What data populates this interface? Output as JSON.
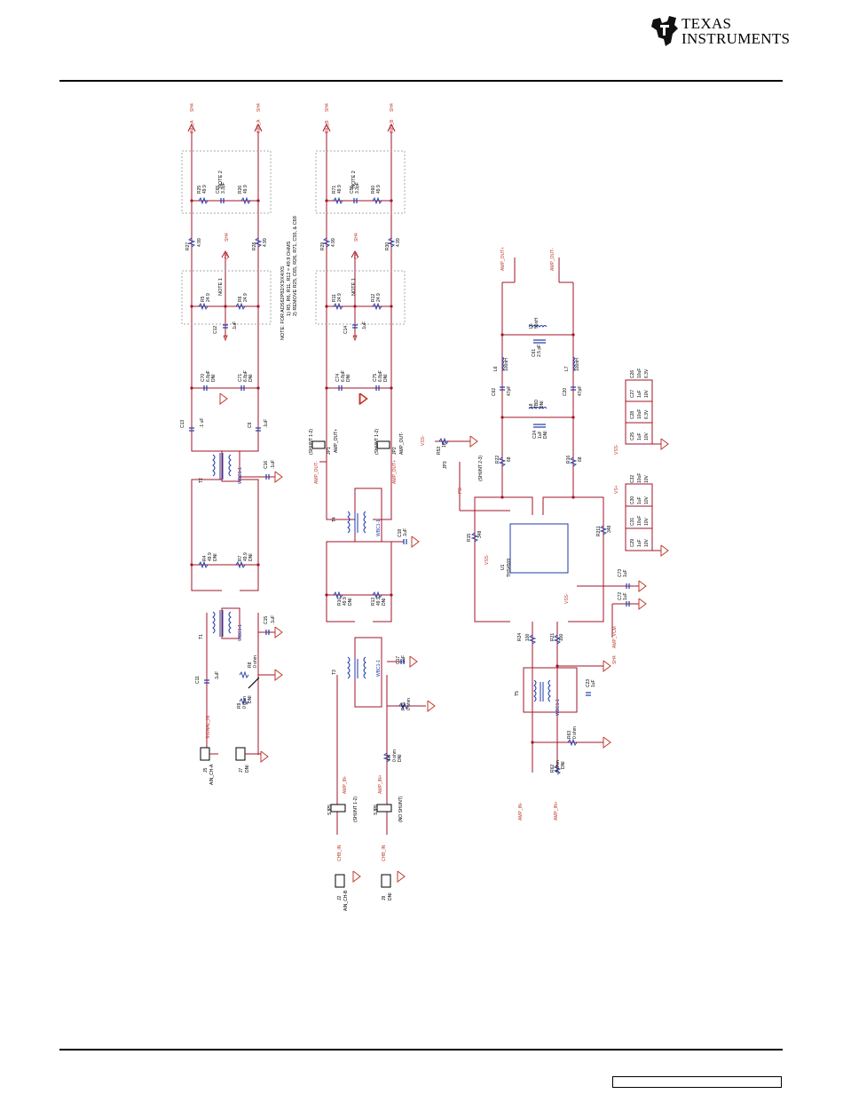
{
  "header": {
    "logo_line1": "TEXAS",
    "logo_line2": "INSTRUMENTS"
  },
  "nets": {
    "inp_a": "INP_A",
    "inm_a": "INM_A",
    "inp_b": "INP_B",
    "inm_b": "INM_B",
    "sh4": "SH4",
    "cm": "CM",
    "amp_out_p": "AMP_OUT+",
    "amp_out_m": "AMP_OUT-",
    "amp_in_p": "AMP_IN+",
    "amp_in_m": "AMP_IN-",
    "amp_vcm": "AMP_VCM",
    "signal_in": "SIGNAL_IN",
    "chb_in": "CHB_IN",
    "vss": "VSS-",
    "vs_plus": "VS+",
    "pd": "PD"
  },
  "notes": {
    "note1": "NOTE 1",
    "note2": "NOTE 2",
    "main1": "NOTE: FOR ADS62P82/X3/X4/X5",
    "main2": "1) R5, R6, R11, R12 = 49.9 OHMS",
    "main3": "2) REMOVE R25, C65, R26, R71, C55, & C69"
  },
  "components": {
    "r25": "R25",
    "r25v": "49.9",
    "c65": "C65",
    "c65v": "3.3pF",
    "r26": "R26",
    "r26v": "49.9",
    "r27": "R27",
    "r27v": "4.99",
    "r28": "R28",
    "r28v": "4.99",
    "r5": "R5",
    "r5v": "24.9",
    "r6": "R6",
    "r6v": "24.9",
    "c12": "C12",
    "c12v": ".1uF",
    "c70": "C70",
    "c70v": "6.8pF",
    "c71": "C71",
    "c71v": "6.8pF",
    "dni": "DNI",
    "c13": "C13",
    "c13v": ".1 uF",
    "c16": "C16",
    "c16v": ".1uF",
    "c9": "C9",
    "c9v": ".1uF",
    "t2": "T2",
    "wbc": "WBC1-1",
    "r4": "R4",
    "r4v": "49.9",
    "r7": "R7",
    "r7v": "49.9",
    "t1": "T1",
    "c15": "C15",
    "c15v": ".1uF",
    "c11": "C11",
    "c11v": ".1uF",
    "r8": "R8",
    "r8v": "0 ohm",
    "r9": "R9",
    "r9v": "0 ohm",
    "j5": "J5",
    "ain_cha": "AIN_CH-A",
    "j7": "J7",
    "r71": "R71",
    "r71v": "49.9",
    "c55": "C55",
    "c55v": "3.3pF",
    "r60": "R60",
    "r60v": "49.9",
    "r29": "R29",
    "r29v": "4.99",
    "r30": "R30",
    "r30v": "4.99",
    "r11": "R11",
    "r11v": "24.9",
    "r12": "R12",
    "r12v": "24.9",
    "c14": "C14",
    "c14v": ".1uF",
    "c74": "C74",
    "c74v": "6.8pF",
    "c75": "C75",
    "c75v": "6.8pF",
    "jp1": "JP1",
    "shunt12": "(SHUNT 1-2)",
    "jp2": "JP2",
    "t4": "T4",
    "c18": "C18",
    "c18v": ".1uF",
    "r10": "R10",
    "r10v": "49.9",
    "r13": "R13",
    "r13v": "49.9",
    "t3": "T3",
    "c17": "C17",
    "c17v": ".1uF",
    "r65": "R65",
    "r65v": "0 ohm",
    "r4b": "R4",
    "r4bv": "0 ohm",
    "sjp5": "SJP5",
    "sjp6": "SJP6",
    "noshunt": "(NO SHUNT)",
    "j2": "J2",
    "ain_chb": "AIN_CH-B",
    "j9": "J9",
    "r53": "R53",
    "r53v": "1K",
    "jp3": "JP3",
    "shunt23": "(SHUNT 2-3)",
    "r22": "R22",
    "r22v": "68",
    "r16": "R16",
    "r16v": "68",
    "l6": "L6",
    "l6v": "100nH",
    "l7": "L7",
    "l7v": "100nH",
    "l5": "L5",
    "l5v": "56nH",
    "c61": "C61",
    "c61v": "2.5 pF",
    "l8": "L8",
    "l8v": "TBD",
    "c62": "C62",
    "c62v": "47pF",
    "c20": "C20",
    "c20v": "47pF",
    "c24": "C24",
    "c24v": "1uF",
    "r15": "R15",
    "r15v": "348",
    "r211": "R211",
    "r211v": "348",
    "u1": "U1",
    "u1v": "THS4509",
    "c73": "C73",
    "c73v": "1uF",
    "c72": "C72",
    "c72v": "1uF",
    "r24": "R24",
    "r24v": "100",
    "r21": "R21",
    "r21v": "100",
    "t5": "T5",
    "c23": "C23",
    "c23v": "1uF",
    "r63": "R63",
    "r63v": "0 ohm",
    "r62": "R62",
    "r62v": "0 ohm",
    "c26": "C26",
    "c27": "C27",
    "c28": "C28",
    "c25": "C25",
    "c32": "C32",
    "c30": "C30",
    "c31": "C31",
    "c29": "C29",
    "cap_1uf": "1uF",
    "cap_10uf": "10uF",
    "v10": "10V",
    "v63": "6.3V"
  }
}
